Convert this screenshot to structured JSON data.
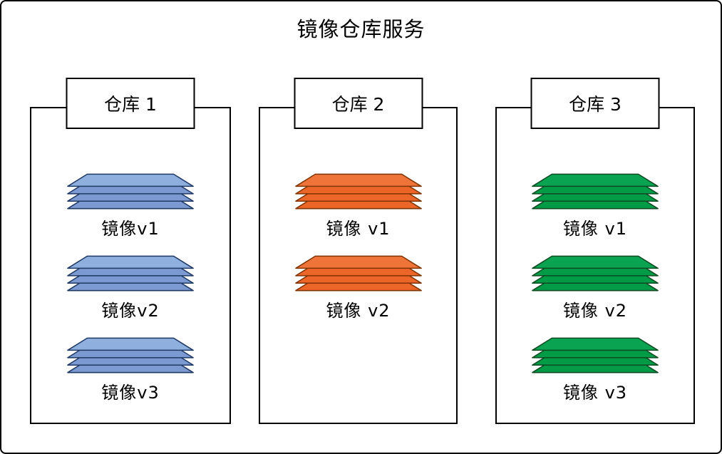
{
  "title": "镜像仓库服务",
  "layers_per_image": 4,
  "warehouses": [
    {
      "label": "仓库 1",
      "colors": {
        "top": "#8FB0DE",
        "base": "#7C9AD1",
        "stroke": "#1F3864"
      },
      "images": [
        "镜像v1",
        "镜像v2",
        "镜像v3"
      ]
    },
    {
      "label": "仓库 2",
      "colors": {
        "top": "#EF7439",
        "base": "#EC662A",
        "stroke": "#7F3300"
      },
      "images": [
        "镜像 v1",
        "镜像 v2"
      ]
    },
    {
      "label": "仓库 3",
      "colors": {
        "top": "#0AA351",
        "base": "#009B46",
        "stroke": "#0E4A22"
      },
      "images": [
        "镜像 v1",
        "镜像 v2",
        "镜像 v3"
      ]
    }
  ]
}
